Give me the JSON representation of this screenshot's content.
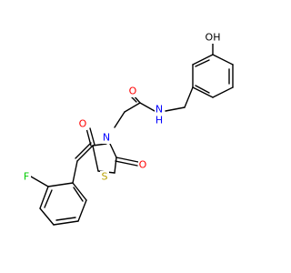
{
  "molecule": {
    "atoms": {
      "hydroxyl_o": {
        "symbol": "OH",
        "color": "#000000"
      },
      "amide_o": {
        "symbol": "O",
        "color": "#ff0000"
      },
      "amide_n": {
        "symbol": "N",
        "color": "#0000ff"
      },
      "amide_nh": {
        "symbol": "H",
        "color": "#0000ff"
      },
      "ring_n": {
        "symbol": "N",
        "color": "#0000ff"
      },
      "c4_o": {
        "symbol": "O",
        "color": "#ff0000"
      },
      "c2_o": {
        "symbol": "O",
        "color": "#ff0000"
      },
      "ring_s": {
        "symbol": "S",
        "color": "#b8a000"
      },
      "fluorine": {
        "symbol": "F",
        "color": "#00cc00"
      }
    }
  }
}
